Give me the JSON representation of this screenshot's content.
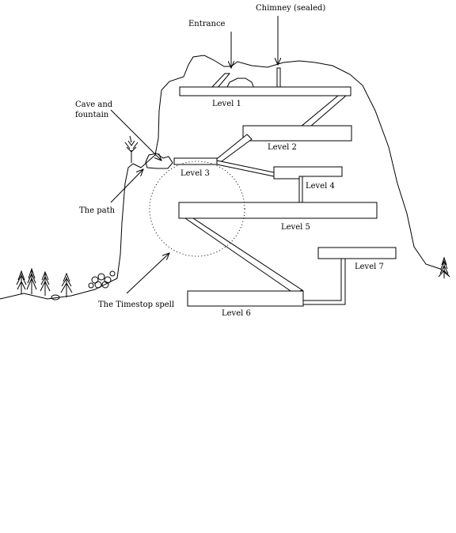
{
  "labels": {
    "chimney": "Chimney (sealed)",
    "entrance": "Entrance",
    "cave_line1": "Cave and",
    "cave_line2": "fountain",
    "path": "The path",
    "timestop": "The Timestop spell"
  },
  "levels": [
    "Level 1",
    "Level 2",
    "Level 3",
    "Level 4",
    "Level 5",
    "Level 6",
    "Level 7"
  ]
}
